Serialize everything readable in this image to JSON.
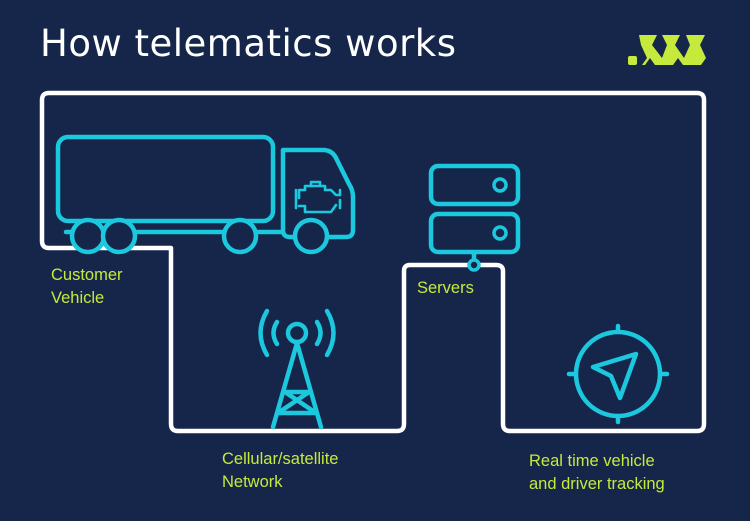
{
  "title": "How telematics works",
  "colors": {
    "background": "#15264a",
    "path": "#ffffff",
    "icon": "#1cc8de",
    "label": "#c6ea3c",
    "logo": "#c6ea3c"
  },
  "logo": {
    "icon": "brand-logo-mark"
  },
  "nodes": [
    {
      "id": "vehicle",
      "icon": "truck-icon",
      "label_lines": [
        "Customer",
        "Vehicle"
      ]
    },
    {
      "id": "network",
      "icon": "cell-tower-icon",
      "label_lines": [
        "Cellular/satellite",
        "Network"
      ]
    },
    {
      "id": "servers",
      "icon": "server-icon",
      "label_lines": [
        "Servers"
      ]
    },
    {
      "id": "tracking",
      "icon": "compass-navigation-icon",
      "label_lines": [
        "Real time vehicle",
        "and driver tracking"
      ]
    }
  ]
}
